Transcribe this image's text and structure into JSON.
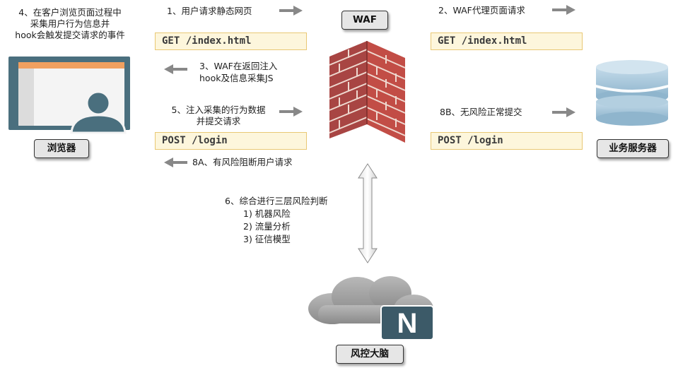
{
  "nodes": {
    "browser": "浏览器",
    "waf": "WAF",
    "server": "业务服务器",
    "brain": "风控大脑"
  },
  "brain_logo_letter": "N",
  "steps": {
    "s1": "1、用户请求静态网页",
    "s2": "2、WAF代理页面请求",
    "s3_line1": "3、WAF在返回注入",
    "s3_line2": "hook及信息采集JS",
    "s4_line1": "4、在客户浏览页面过程中",
    "s4_line2": "采集用户行为信息并",
    "s4_line3": "hook会触发提交请求的事件",
    "s5_line1": "5、注入采集的行为数据",
    "s5_line2": "并提交请求",
    "s6_title": "6、综合进行三层风险判断",
    "s6_items": [
      "1) 机器风险",
      "2) 流量分析",
      "3) 征信模型"
    ],
    "s8a": "8A、有风险阻断用户请求",
    "s8b": "8B、无风险正常提交"
  },
  "requests": {
    "get_left": "GET /index.html",
    "get_right": "GET /index.html",
    "post_left": "POST /login",
    "post_right": "POST /login"
  },
  "colors": {
    "code_bg": "#fdf6dc",
    "code_border": "#e9c874",
    "brick": "#b0413e",
    "monitor": "#4a6f7e",
    "screen_bar": "#f0a060",
    "database": "#a9c9dc",
    "cloud": "#9b9b9b",
    "logo": "#3c5a68"
  },
  "icons": [
    "browser-monitor-icon",
    "user-silhouette-icon",
    "brick-wall-icon",
    "database-icon",
    "cloud-icon",
    "n-logo-icon"
  ]
}
